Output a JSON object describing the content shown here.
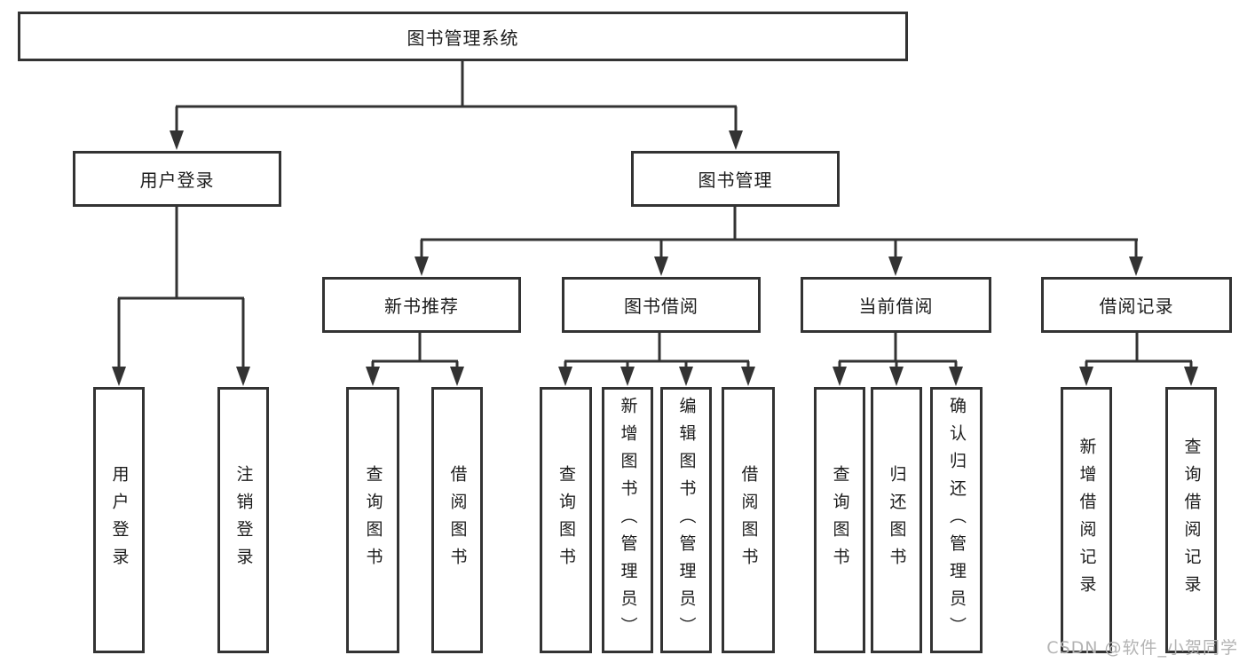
{
  "tree": {
    "root": {
      "label": "图书管理系统"
    },
    "branches": [
      {
        "label": "用户登录",
        "children": [
          {
            "label": "用户登录"
          },
          {
            "label": "注销登录"
          }
        ]
      },
      {
        "label": "图书管理",
        "children": [
          {
            "label": "新书推荐",
            "children": [
              {
                "label": "查询图书"
              },
              {
                "label": "借阅图书"
              }
            ]
          },
          {
            "label": "图书借阅",
            "children": [
              {
                "label": "查询图书"
              },
              {
                "label": "新增图书（管理员）"
              },
              {
                "label": "编辑图书（管理员）"
              },
              {
                "label": "借阅图书"
              }
            ]
          },
          {
            "label": "当前借阅",
            "children": [
              {
                "label": "查询图书"
              },
              {
                "label": "归还图书"
              },
              {
                "label": "确认归还（管理员）"
              }
            ]
          },
          {
            "label": "借阅记录",
            "children": [
              {
                "label": "新增借阅记录"
              },
              {
                "label": "查询借阅记录"
              }
            ]
          }
        ]
      }
    ]
  },
  "watermark": "CSDN @软件_小贺同学",
  "colors": {
    "line": "#333333",
    "text": "#1c1c1c",
    "background": "#ffffff",
    "watermark": "#b3b3b3"
  }
}
